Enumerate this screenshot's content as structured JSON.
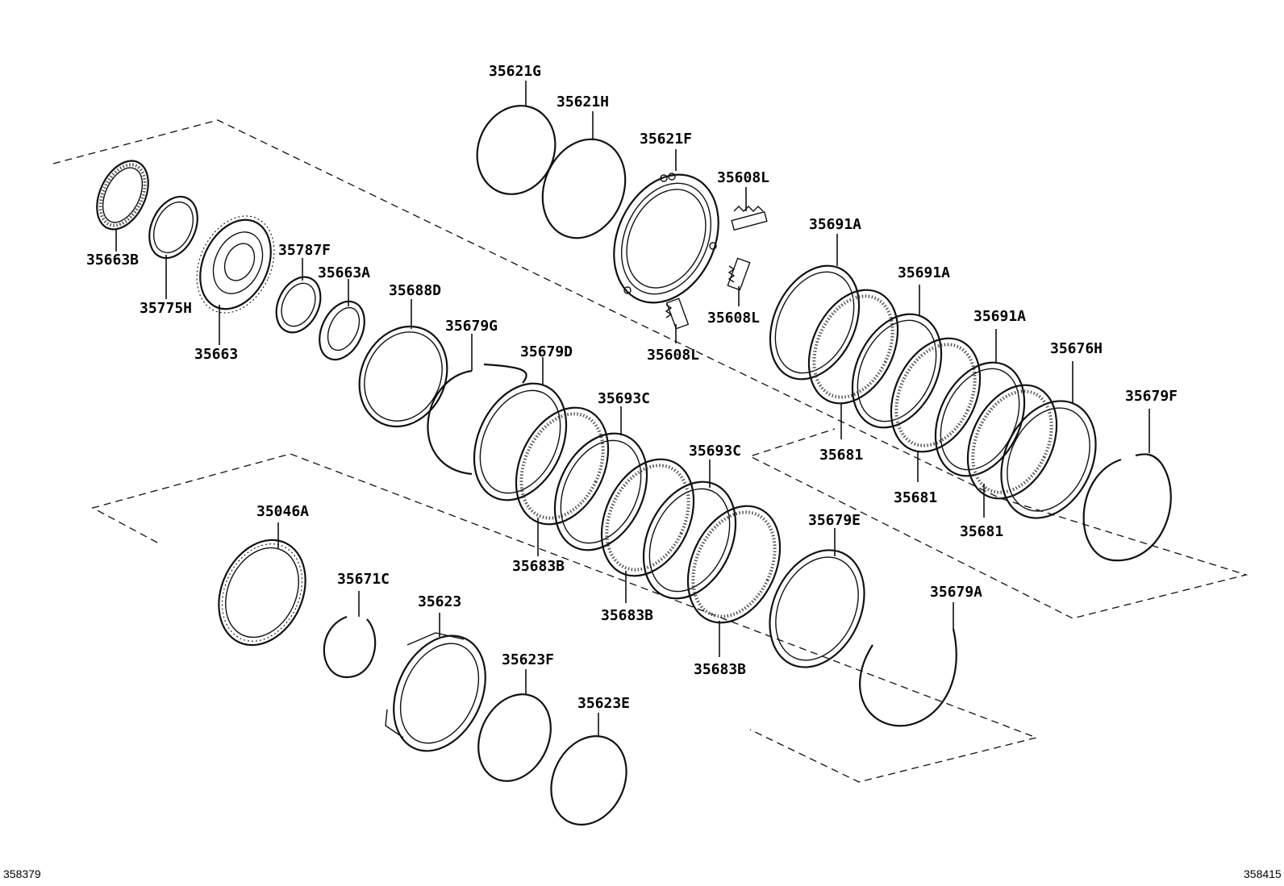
{
  "diagram": {
    "labels": {
      "p35621G": "35621G",
      "p35621H": "35621H",
      "p35621F": "35621F",
      "p35608L_top": "35608L",
      "p35608L_mid": "35608L",
      "p35608L_low": "35608L",
      "p35691A_1": "35691A",
      "p35691A_2": "35691A",
      "p35691A_3": "35691A",
      "p35676H": "35676H",
      "p35679F": "35679F",
      "p35681_1": "35681",
      "p35681_2": "35681",
      "p35681_3": "35681",
      "p35663B": "35663B",
      "p35775H": "35775H",
      "p35663": "35663",
      "p35787F": "35787F",
      "p35663A": "35663A",
      "p35688D": "35688D",
      "p35679G": "35679G",
      "p35679D": "35679D",
      "p35693C_1": "35693C",
      "p35693C_2": "35693C",
      "p35683B_1": "35683B",
      "p35683B_2": "35683B",
      "p35683B_3": "35683B",
      "p35679E": "35679E",
      "p35679A": "35679A",
      "p35046A": "35046A",
      "p35671C": "35671C",
      "p35623": "35623",
      "p35623F": "35623F",
      "p35623E": "35623E"
    },
    "codes": {
      "bottom_left": "358379",
      "bottom_right": "358415"
    }
  }
}
